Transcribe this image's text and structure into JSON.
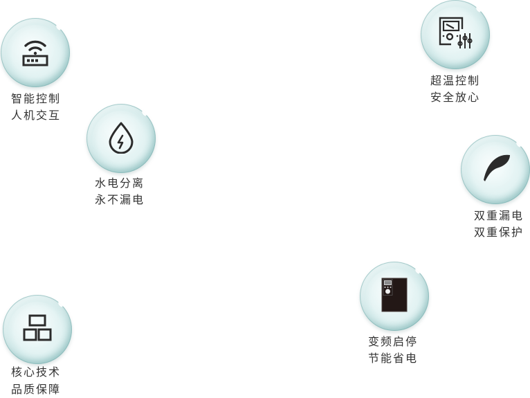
{
  "features": [
    {
      "id": "smart-control",
      "icon": "wifi-router-icon",
      "line1": "智能控制",
      "line2": "人机交互"
    },
    {
      "id": "water-electric-separation",
      "icon": "water-drop-lightning-icon",
      "line1": "水电分离",
      "line2": "永不漏电"
    },
    {
      "id": "overheat-control",
      "icon": "meter-sliders-icon",
      "line1": "超温控制",
      "line2": "安全放心"
    },
    {
      "id": "double-leak-protection",
      "icon": "leaf-icon",
      "line1": "双重漏电",
      "line2": "双重保护"
    },
    {
      "id": "variable-frequency",
      "icon": "inverter-device-icon",
      "line1": "变频启停",
      "line2": "节能省电"
    },
    {
      "id": "core-technology",
      "icon": "blocks-icon",
      "line1": "核心技术",
      "line2": "品质保障"
    }
  ],
  "colors": {
    "icon": "#2b2b2b",
    "text": "#333333",
    "bubble_edge": "#6eaaaa",
    "bubble_fill": "#e1f2f2"
  }
}
